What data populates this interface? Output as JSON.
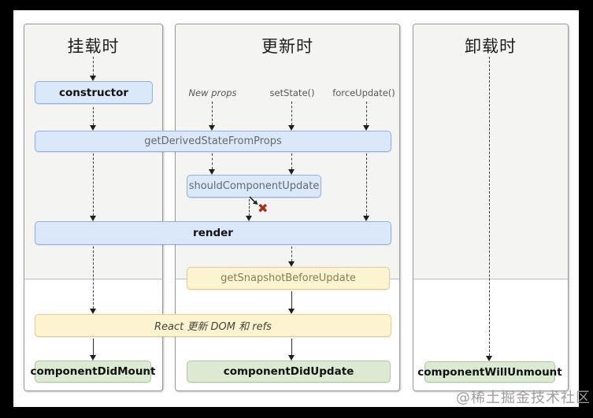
{
  "diagram": {
    "columns": {
      "mounting": {
        "title": "挂载时"
      },
      "updating": {
        "title": "更新时"
      },
      "unmounting": {
        "title": "卸载时"
      }
    },
    "triggers": {
      "new_props": "New props",
      "set_state": "setState()",
      "force_update": "forceUpdate()"
    },
    "nodes": {
      "constructor": "constructor",
      "get_derived_state_from_props": "getDerivedStateFromProps",
      "should_component_update": "shouldComponentUpdate",
      "render": "render",
      "get_snapshot_before_update": "getSnapshotBeforeUpdate",
      "react_updates_dom": "React 更新 DOM 和 refs",
      "component_did_mount": "componentDidMount",
      "component_did_update": "componentDidUpdate",
      "component_will_unmount": "componentWillUnmount"
    },
    "icons": {
      "stop_x_glyph": "✖"
    },
    "colors": {
      "blue_fill": "#dbe8fa",
      "blue_border": "#8fb2e0",
      "yellow_fill": "#fdf3cf",
      "yellow_border": "#e5cc8f",
      "green_fill": "#dcead3",
      "green_border": "#afc99c",
      "panel_gray": "#f4f4f3",
      "stop_x_red": "#ab2c18"
    },
    "watermark": "@稀土掘金技术社区"
  }
}
